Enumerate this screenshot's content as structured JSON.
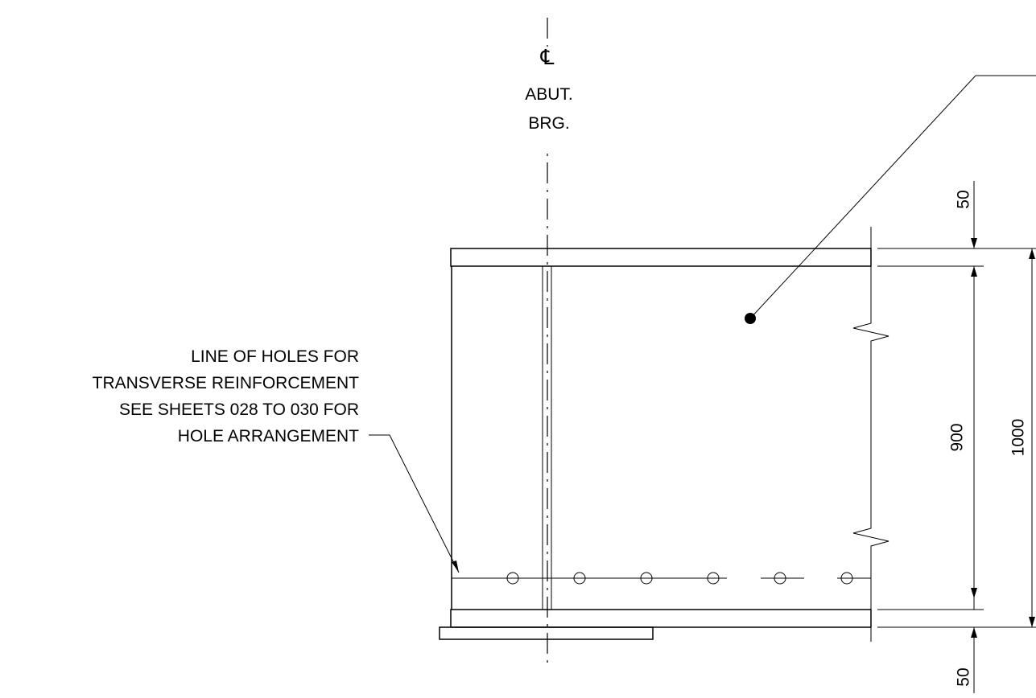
{
  "centerline": {
    "symbol": "℄",
    "label_line1": "ABUT.",
    "label_line2": "BRG."
  },
  "note": {
    "line1": "LINE OF HOLES FOR",
    "line2": "TRANSVERSE REINFORCEMENT",
    "line3": "SEE SHEETS 028 TO 030 FOR",
    "line4": "HOLE ARRANGEMENT"
  },
  "dimensions": {
    "top_flange": "50",
    "web_depth": "900",
    "overall_depth": "1000",
    "bottom_flange": "50"
  },
  "holes": {
    "count": 6
  }
}
